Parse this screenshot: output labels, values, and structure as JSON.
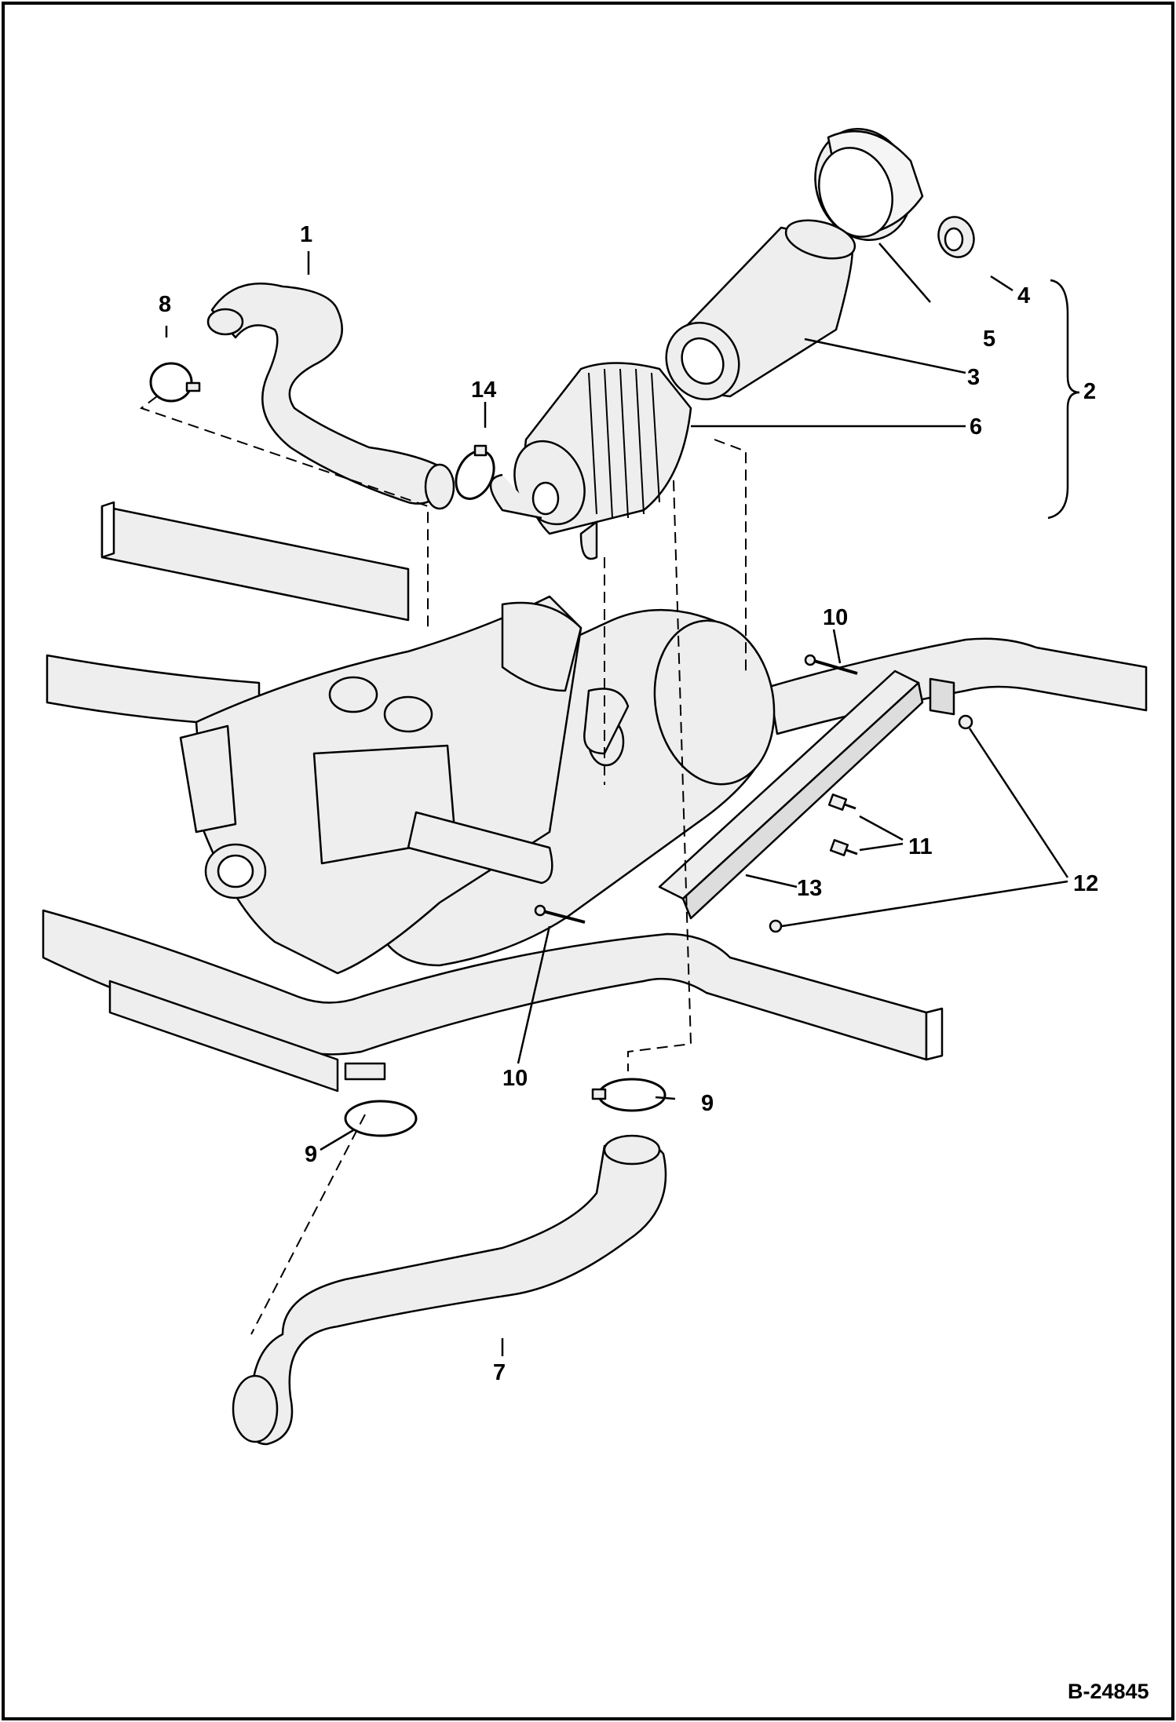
{
  "figure_id": "B-24845",
  "callouts": {
    "c1": "1",
    "c2": "2",
    "c3": "3",
    "c4": "4",
    "c5": "5",
    "c6": "6",
    "c7": "7",
    "c8": "8",
    "c9a": "9",
    "c9b": "9",
    "c10a": "10",
    "c10b": "10",
    "c11": "11",
    "c12": "12",
    "c13": "13",
    "c14": "14"
  }
}
